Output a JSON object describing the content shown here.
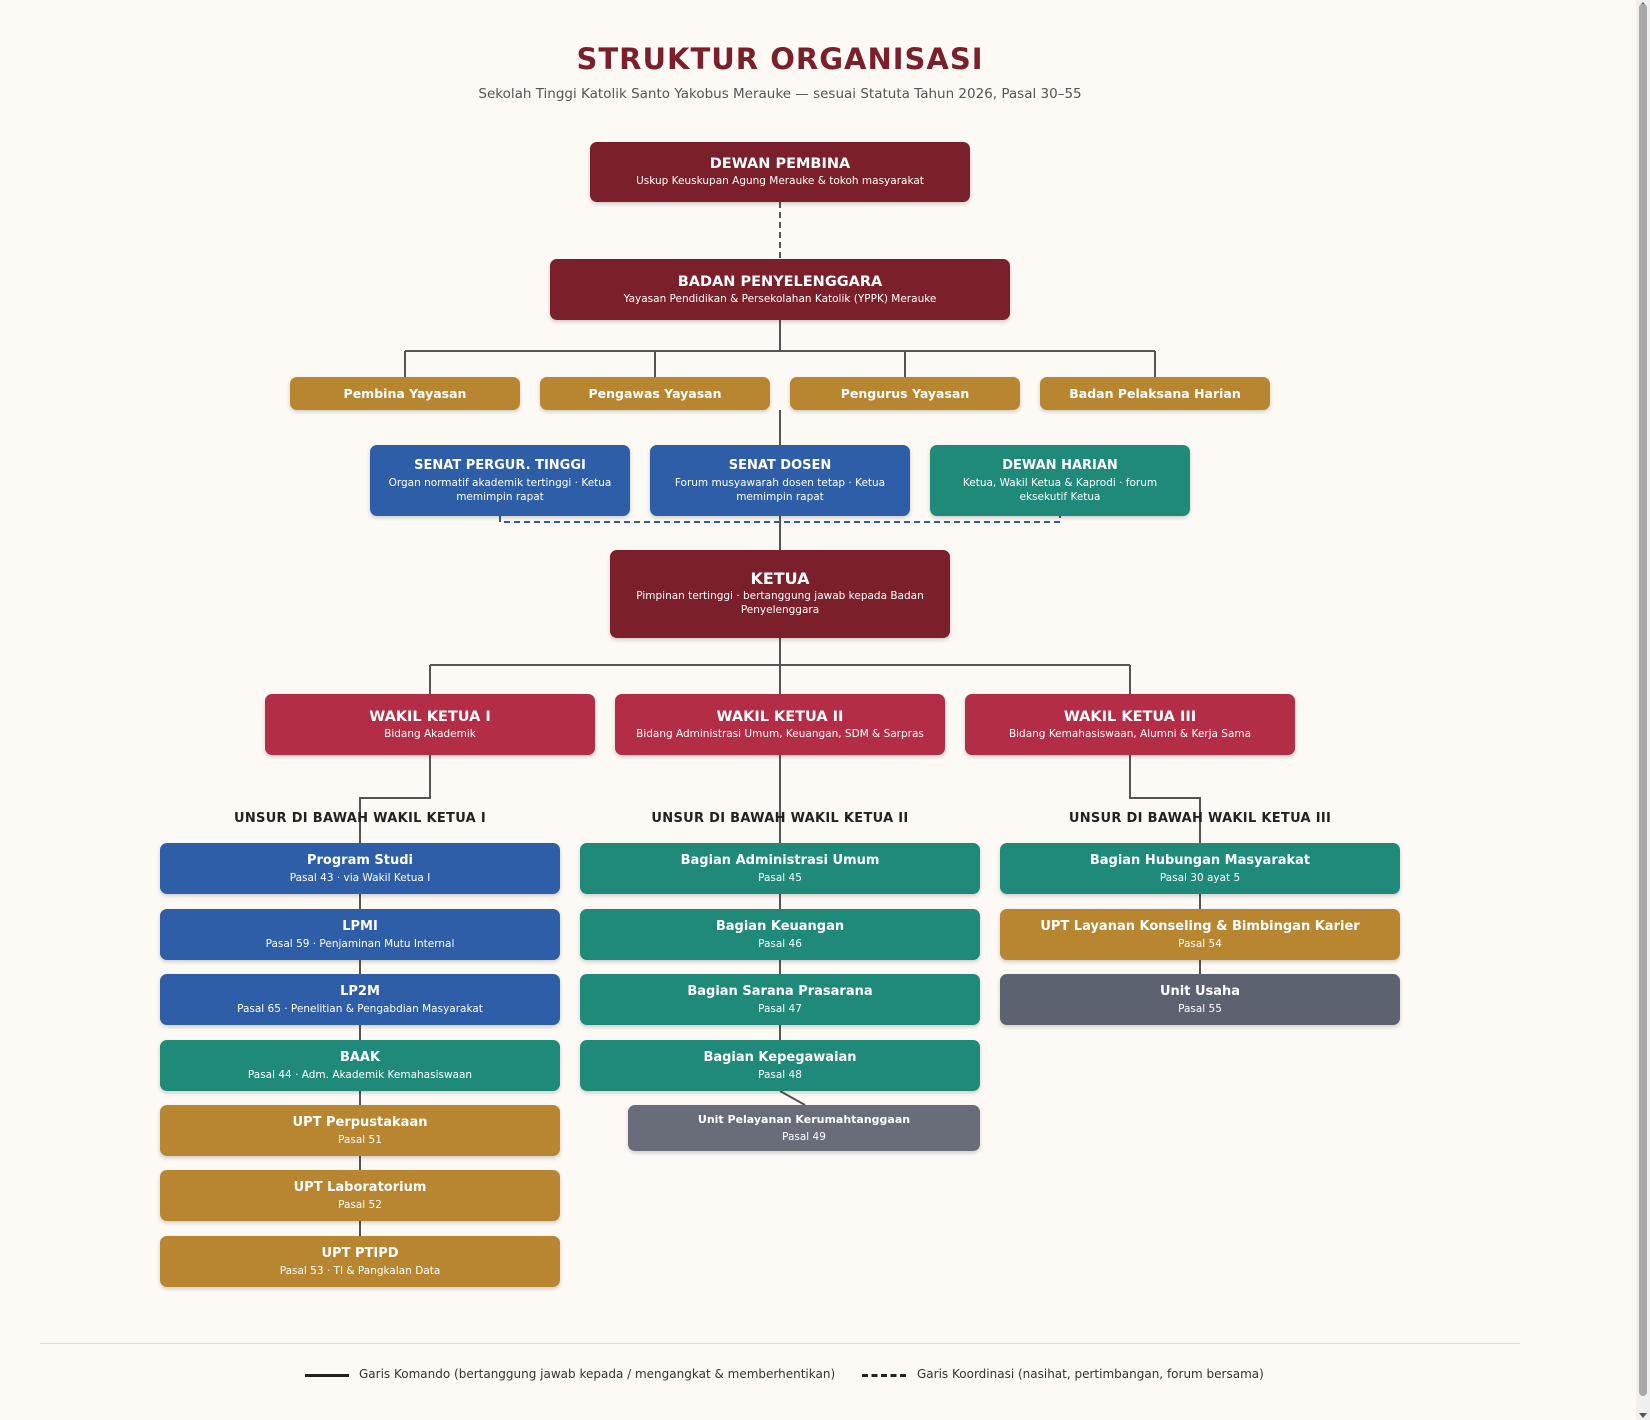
{
  "title": "STRUKTUR ORGANISASI",
  "subtitle": "Sekolah Tinggi Katolik Santo Yakobus Merauke — sesuai Statuta Tahun 2026, Pasal 30–55",
  "dewan_pembina": {
    "title": "DEWAN PEMBINA",
    "sub": "Uskup Keuskupan Agung Merauke & tokoh masyarakat"
  },
  "badan": {
    "title": "BADAN PENYELENGGARA",
    "sub": "Yayasan Pendidikan & Persekolahan Katolik (YPPK) Merauke"
  },
  "yayasan": [
    "Pembina Yayasan",
    "Pengawas Yayasan",
    "Pengurus Yayasan",
    "Badan Pelaksana Harian"
  ],
  "senat_pt": {
    "title": "SENAT PERGUR. TINGGI",
    "sub": "Organ normatif akademik tertinggi · Ketua memimpin rapat"
  },
  "senat_dosen": {
    "title": "SENAT DOSEN",
    "sub": "Forum musyawarah dosen tetap · Ketua memimpin rapat"
  },
  "dewan_harian": {
    "title": "DEWAN HARIAN",
    "sub": "Ketua, Wakil Ketua & Kaprodi · forum eksekutif Ketua"
  },
  "ketua": {
    "title": "KETUA",
    "sub": "Pimpinan tertinggi · bertanggung jawab kepada Badan Penyelenggara"
  },
  "wakil": [
    {
      "title": "WAKIL KETUA I",
      "sub": "Bidang Akademik"
    },
    {
      "title": "WAKIL KETUA II",
      "sub": "Bidang Administrasi Umum, Keuangan, SDM & Sarpras"
    },
    {
      "title": "WAKIL KETUA III",
      "sub": "Bidang Kemahasiswaan, Alumni & Kerja Sama"
    }
  ],
  "headings": [
    "UNSUR DI BAWAH WAKIL KETUA I",
    "UNSUR DI BAWAH WAKIL KETUA II",
    "UNSUR DI BAWAH WAKIL KETUA III"
  ],
  "col1": [
    {
      "title": "Program Studi",
      "sub": "Pasal 43 · via Wakil Ketua I"
    },
    {
      "title": "LPMI",
      "sub": "Pasal 59 · Penjaminan Mutu Internal"
    },
    {
      "title": "LP2M",
      "sub": "Pasal 65 · Penelitian & Pengabdian Masyarakat"
    },
    {
      "title": "BAAK",
      "sub": "Pasal 44 · Adm. Akademik Kemahasiswaan"
    },
    {
      "title": "UPT Perpustakaan",
      "sub": "Pasal 51"
    },
    {
      "title": "UPT Laboratorium",
      "sub": "Pasal 52"
    },
    {
      "title": "UPT PTIPD",
      "sub": "Pasal 53 · TI & Pangkalan Data"
    }
  ],
  "col2": [
    {
      "title": "Bagian Administrasi Umum",
      "sub": "Pasal 45"
    },
    {
      "title": "Bagian Keuangan",
      "sub": "Pasal 46"
    },
    {
      "title": "Bagian Sarana Prasarana",
      "sub": "Pasal 47"
    },
    {
      "title": "Bagian Kepegawaian",
      "sub": "Pasal 48"
    }
  ],
  "col2_sub": {
    "title": "Unit Pelayanan Kerumahtanggaan",
    "sub": "Pasal 49"
  },
  "col3": [
    {
      "title": "Bagian Hubungan Masyarakat",
      "sub": "Pasal 30 ayat 5"
    },
    {
      "title": "UPT Layanan Konseling & Bimbingan Karier",
      "sub": "Pasal 54"
    },
    {
      "title": "Unit Usaha",
      "sub": "Pasal 55"
    }
  ],
  "legend": {
    "komando": "Garis Komando (bertanggung jawab kepada / mengangkat & memberhentikan)",
    "koordinasi": "Garis Koordinasi (nasihat, pertimbangan, forum bersama)"
  },
  "colors": {
    "maroon": "#7b1f2b",
    "rose": "#b22d45",
    "gold": "#b88630",
    "blue": "#2e5ea8",
    "teal": "#208a7a",
    "grey": "#5d6270",
    "line": "#555555",
    "coord": "#2e5ea8"
  }
}
